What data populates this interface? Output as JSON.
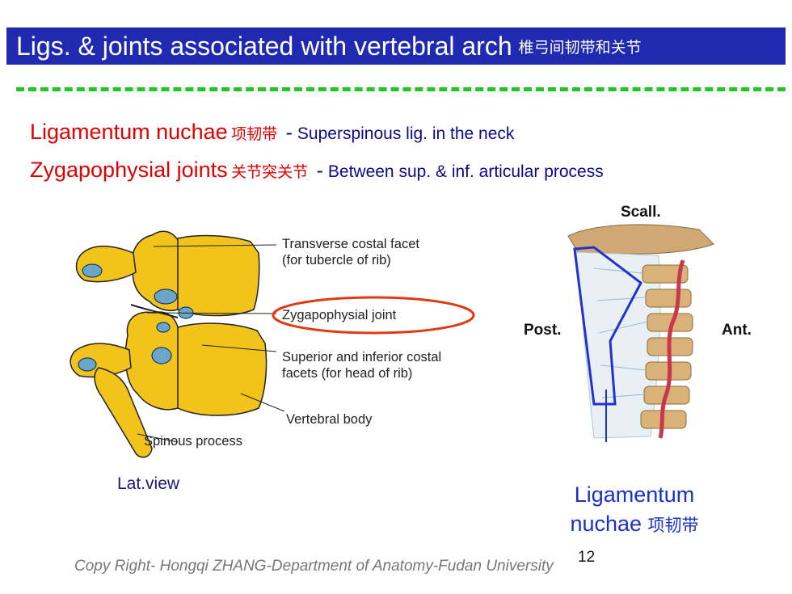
{
  "slide": {
    "title": "Ligs. & joints associated with vertebral arch",
    "title_cn": "椎弓间韧带和关节",
    "page_number": "12",
    "copyright": "Copy Right- Hongqi ZHANG-Department of Anatomy-Fudan University"
  },
  "bullets": [
    {
      "term": "Ligamentum nuchae",
      "term_cn": "项韧带",
      "dash": "-",
      "desc": "Superspinous lig. in the neck"
    },
    {
      "term": "Zygapophysial joints",
      "term_cn": "关节突关节",
      "dash": "-",
      "desc": "Between sup. & inf. articular process"
    }
  ],
  "left_figure": {
    "callouts": {
      "transverse_1": "Transverse costal facet",
      "transverse_2": "(for tubercle of rib)",
      "zygapophysial": "Zygapophysial joint",
      "costal_1": "Superior and inferior costal",
      "costal_2": "facets (for head of rib)",
      "vertebral_body": "Vertebral body",
      "spinous": "Spinous process"
    },
    "view_label": "Lat.view",
    "highlight_color": "#e03a12"
  },
  "right_figure": {
    "top_label": "Scall.",
    "left_label": "Post.",
    "right_label": "Ant.",
    "ligament_label": "Ligamentum",
    "ligament_label_2": "nuchae",
    "ligament_label_cn": "项韧带",
    "outline_color": "#2233cc"
  },
  "colors": {
    "title_bg": "#1f2ab0",
    "divider": "#22c522",
    "term": "#e00000",
    "desc": "#0a0a8a"
  }
}
